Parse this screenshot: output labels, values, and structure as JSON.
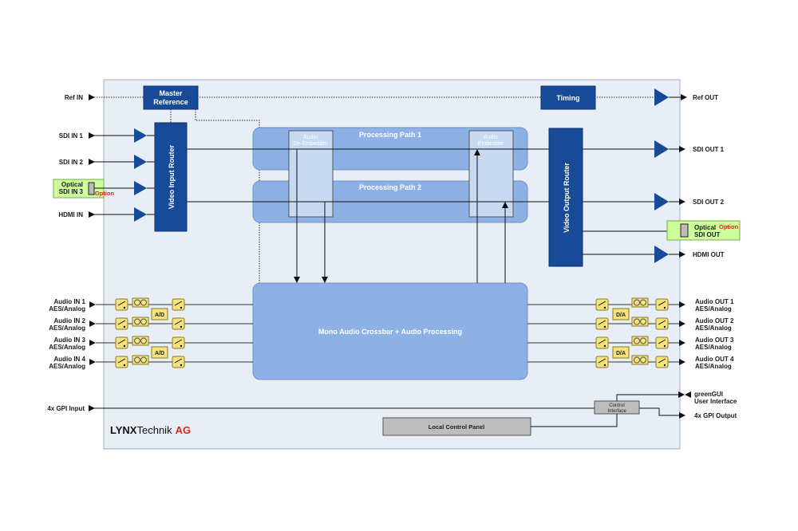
{
  "inputs": {
    "ref_in": "Ref IN",
    "sdi_in_1": "SDI IN 1",
    "sdi_in_2": "SDI IN 2",
    "optical_in_1": "Optical",
    "optical_in_2": "SDI IN 3",
    "option": "Option",
    "hdmi_in": "HDMI IN",
    "audio_in": [
      [
        "Audio IN 1",
        "AES/Analog"
      ],
      [
        "Audio IN 2",
        "AES/Analog"
      ],
      [
        "Audio IN 3",
        "AES/Analog"
      ],
      [
        "Audio IN 4",
        "AES/Analog"
      ]
    ],
    "gpi_input": "4x GPI Input"
  },
  "outputs": {
    "ref_out": "Ref OUT",
    "sdi_out_1": "SDI OUT 1",
    "sdi_out_2": "SDI OUT 2",
    "optical_out_1": "Optical",
    "optical_out_2": "SDI OUT",
    "option": "Option",
    "hdmi_out": "HDMI OUT",
    "audio_out": [
      [
        "Audio OUT 1",
        "AES/Analog"
      ],
      [
        "Audio OUT 2",
        "AES/Analog"
      ],
      [
        "Audio OUT 3",
        "AES/Analog"
      ],
      [
        "Audio OUT 4",
        "AES/Analog"
      ]
    ],
    "green_gui_1": "greenGUI",
    "green_gui_2": "User Interface",
    "gpi_output": "4x GPI Output"
  },
  "blocks": {
    "master_ref_1": "Master",
    "master_ref_2": "Reference",
    "timing": "Timing",
    "video_input_router": "Video Input Router",
    "video_output_router": "Video Output Router",
    "processing_path_1": "Processing Path 1",
    "processing_path_2": "Processing Path 2",
    "de_embedder_1": "Audio",
    "de_embedder_2": "De-Embedder",
    "embedder_1": "Audio",
    "embedder_2": "Embedder",
    "crossbar": "Mono Audio Crossbar + Audio Processing",
    "ad": "A/D",
    "da": "D/A",
    "control_interface_1": "Control",
    "control_interface_2": "Interface",
    "local_control_panel": "Local Control Panel"
  },
  "logo": {
    "bold": "LYNX",
    "regular": "Technik",
    "accent": "AG"
  },
  "colors": {
    "router_blue": "#174a97",
    "path_blue": "#8db1e5",
    "embed_blue": "#c7daf2",
    "panel_bg": "#e8eef5",
    "option_green": "#ccff99",
    "audio_yellow": "#f5e27a",
    "option_red": "#e02020",
    "logo_red": "#e2231a"
  }
}
